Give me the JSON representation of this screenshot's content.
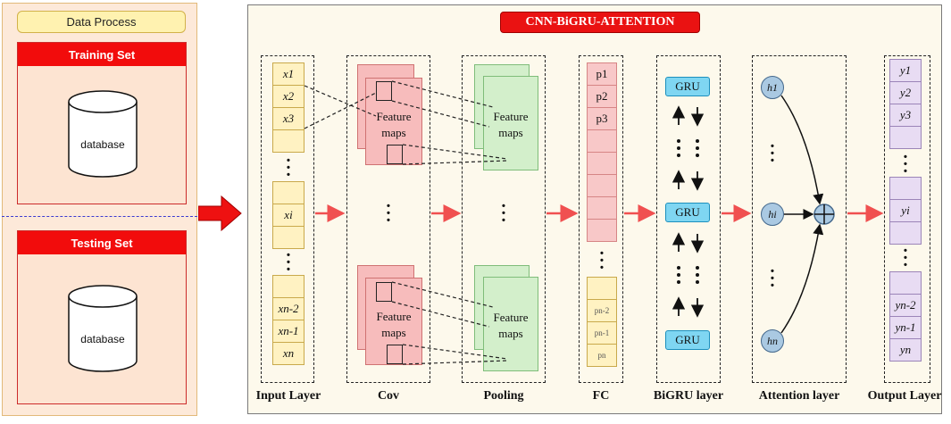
{
  "left": {
    "header": "Data Process",
    "training": {
      "title": "Training Set",
      "db_label": "database"
    },
    "testing": {
      "title": "Testing Set",
      "db_label": "database"
    }
  },
  "title": "CNN-BiGRU-ATTENTION",
  "layers": {
    "input": "Input Layer",
    "cov": "Cov",
    "pooling": "Pooling",
    "fc": "FC",
    "bigru": "BiGRU layer",
    "attention": "Attention layer",
    "output": "Output Layer"
  },
  "input_cells_top": [
    "x1",
    "x2",
    "x3",
    ""
  ],
  "input_cell_mid": "xi",
  "input_cells_bottom": [
    "xn-2",
    "xn-1",
    "xn"
  ],
  "fc_cells_top": [
    "p1",
    "p2",
    "p3",
    "",
    "",
    "",
    "",
    ""
  ],
  "fc_cells_bottom": [
    "pn-2",
    "pn-1",
    "pn"
  ],
  "feature_maps_label": [
    "Feature",
    "maps"
  ],
  "gru_label": "GRU",
  "attention_nodes": [
    "h1",
    "hi",
    "hn"
  ],
  "output_cells_top": [
    "y1",
    "y2",
    "y3"
  ],
  "output_cell_mid": "yi",
  "output_cells_bottom": [
    "yn-2",
    "yn-1",
    "yn"
  ],
  "colors": {
    "accent_red": "#ea1212",
    "arrow": "#f05050",
    "gru_fill": "#7fd6f2",
    "node_fill": "#aac9e2"
  }
}
